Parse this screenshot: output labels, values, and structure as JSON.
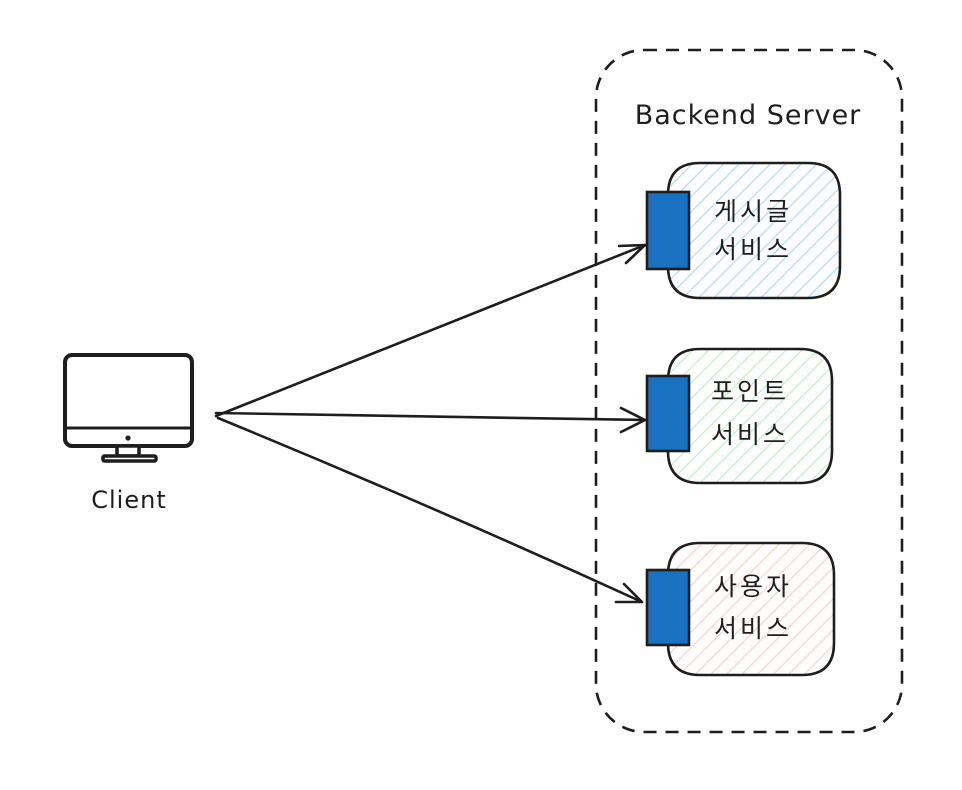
{
  "client": {
    "label": "Client",
    "icon": "desktop-monitor-icon"
  },
  "server": {
    "title": "Backend Server"
  },
  "services": [
    {
      "id": "post",
      "line1": "게시글",
      "line2": "서비스",
      "color": "#a5d8ff"
    },
    {
      "id": "point",
      "line1": "포인트",
      "line2": "서비스",
      "color": "#b2f2bb"
    },
    {
      "id": "user",
      "line1": "사용자",
      "line2": "서비스",
      "color": "#ffc9c9"
    }
  ],
  "colors": {
    "stroke": "#1e1e1e",
    "port": "#1971c2"
  }
}
